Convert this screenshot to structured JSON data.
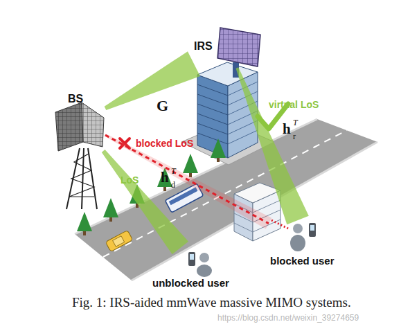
{
  "diagram": {
    "caption": "Fig. 1: IRS-aided mmWave massive MIMO systems.",
    "nodes": [
      {
        "text": [
          "BS"
        ]
      },
      {
        "text": [
          "IRS"
        ]
      },
      {
        "text": [
          "blocked user"
        ]
      },
      {
        "text": [
          "unblocked user"
        ]
      }
    ],
    "edges": [
      {
        "from": 0,
        "to": 1,
        "arrow": "none",
        "label": "G"
      },
      {
        "from": 1,
        "to": 2,
        "arrow": "none",
        "label": "virtual LoS"
      },
      {
        "from": 0,
        "to": 3,
        "arrow": "none",
        "label": "LoS"
      },
      {
        "from": 0,
        "to": 2,
        "arrow": "none",
        "label": "blocked LoS"
      }
    ],
    "labels": [
      "h",
      "T",
      "r",
      "h",
      "T",
      "d",
      "https://blog.csdn.net/weixin_39274659"
    ]
  }
}
